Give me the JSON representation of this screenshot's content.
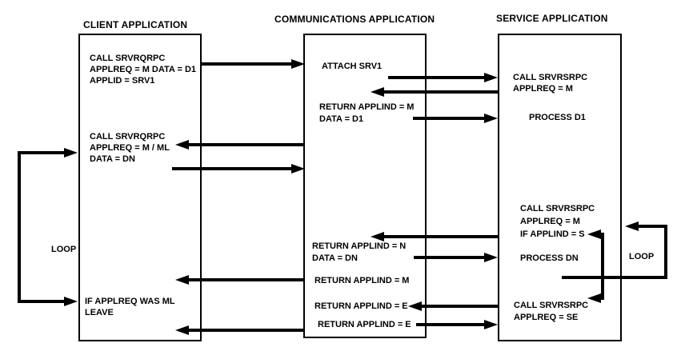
{
  "titles": {
    "client": "CLIENT APPLICATION",
    "comm": "COMMUNICATIONS APPLICATION",
    "service": "SERVICE APPLICATION"
  },
  "client": {
    "call1": {
      "l1": "CALL SRVRQRPC",
      "l2": "APPLREQ = M DATA = D1",
      "l3": "APPLID = SRV1"
    },
    "call2": {
      "l1": "CALL SRVRQRPC",
      "l2": "APPLREQ = M / ML",
      "l3": "DATA = DN"
    },
    "loop_label": "LOOP",
    "leave": {
      "l1": "IF APPLREQ WAS ML",
      "l2": "LEAVE"
    }
  },
  "comm": {
    "attach": "ATTACH SRV1",
    "return1": {
      "l1": "RETURN APPLIND = M",
      "l2": "DATA = D1"
    },
    "return2": {
      "l1": "RETURN APPLIND = N",
      "l2": "DATA = DN"
    },
    "return3": "RETURN APPLIND = M",
    "return4": "RETURN APPLIND = E",
    "return5": "RETURN APPLIND = E"
  },
  "service": {
    "call1": {
      "l1": "CALL SRVRSRPC",
      "l2": "APPLREQ = M"
    },
    "process1": "PROCESS D1",
    "call2": {
      "l1": "CALL SRVRSRPC",
      "l2": "APPLREQ = M",
      "l3": "IF APPLIND = S"
    },
    "process2": "PROCESS DN",
    "loop_label": "LOOP",
    "call3": {
      "l1": "CALL SRVRSRPC",
      "l2": "APPLREQ = SE"
    }
  },
  "colors": {
    "line": "#000000",
    "background": "#ffffff"
  }
}
